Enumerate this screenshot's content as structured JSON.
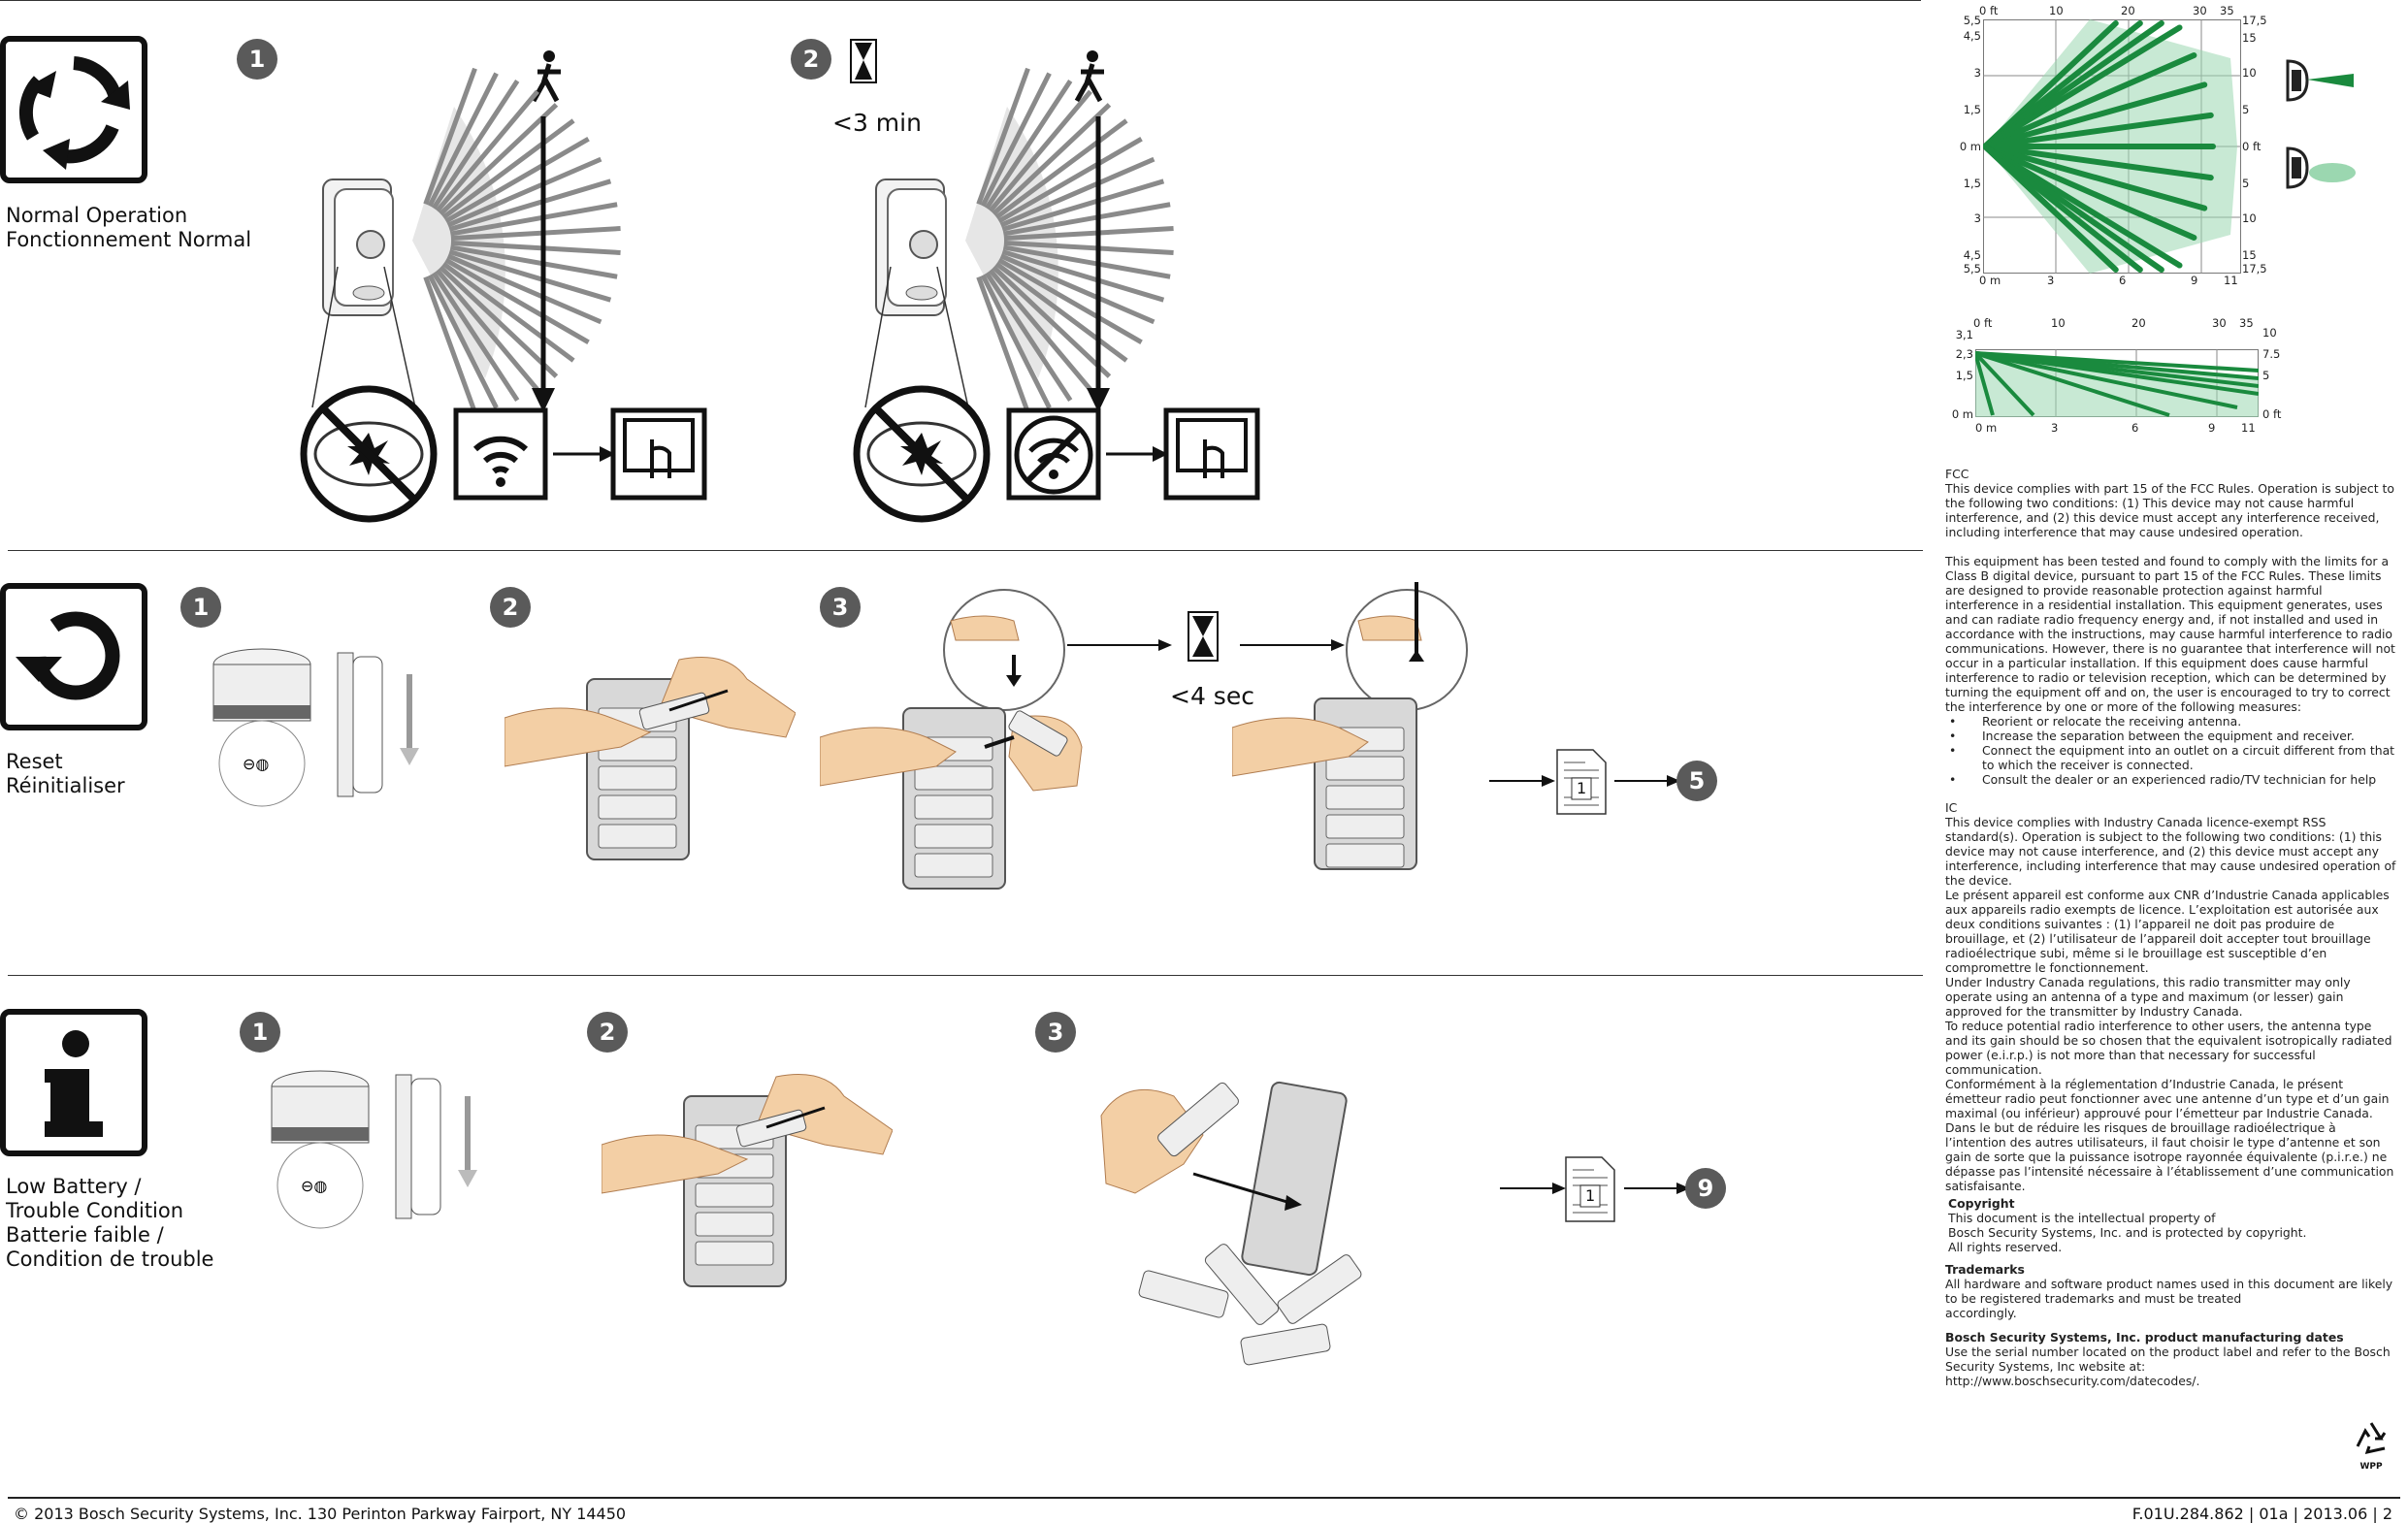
{
  "sections": {
    "normal": {
      "label_line1": "Normal Operation",
      "label_line2": "Fonctionnement Normal",
      "step1": "1",
      "step2": "2",
      "timer": "<3 min"
    },
    "reset": {
      "label_line1": "Reset",
      "label_line2": "Réinitialiser",
      "step1": "1",
      "step2": "2",
      "step3": "3",
      "timer": "<4 sec",
      "doc_number": "1",
      "ref_step": "5"
    },
    "low_battery": {
      "label_line1": "Low Battery /",
      "label_line2": "Trouble Condition",
      "label_line3": "Batterie faible /",
      "label_line4": "Condition de trouble",
      "step1": "1",
      "step2": "2",
      "step3": "3",
      "doc_number": "1",
      "ref_step": "9"
    }
  },
  "coverage_top": {
    "ft_ticks": [
      "0 ft",
      "10",
      "20",
      "30",
      "35"
    ],
    "left_m": [
      "5,5",
      "4,5",
      "3",
      "1,5",
      "0 m",
      "1,5",
      "3",
      "4,5",
      "5,5"
    ],
    "right_ft": [
      "17,5",
      "15",
      "10",
      "5",
      "0 ft",
      "5",
      "10",
      "15",
      "17,5"
    ],
    "bottom_m": [
      "0 m",
      "3",
      "6",
      "9",
      "11"
    ]
  },
  "coverage_side": {
    "ft_ticks": [
      "0 ft",
      "10",
      "20",
      "30",
      "35"
    ],
    "left_m": [
      "3,1",
      "2,3",
      "1,5",
      "0 m"
    ],
    "right_ft": [
      "10",
      "7.5",
      "5",
      "0 ft"
    ],
    "bottom_m": [
      "0 m",
      "3",
      "6",
      "9",
      "11"
    ]
  },
  "regulatory": {
    "fcc_title": "FCC",
    "fcc_p1": "This device complies with part 15 of the FCC Rules. Operation is subject to the following two conditions:  (1) This device may not cause harmful interference, and (2) this device must accept any interference received, including interference that may cause undesired operation.",
    "fcc_p2": "This equipment has been tested and found to comply with the limits for a Class B digital device, pursuant to part 15 of the FCC Rules. These limits are designed to provide reasonable protection against harmful interference in a residential installation. This equipment generates, uses and can radiate radio frequency energy and, if not installed and used in accordance with the instructions, may cause harmful interference to radio communications. However, there is no guarantee that interference will not occur in a particular installation. If this equipment does cause harmful interference to radio or television reception, which can be determined by turning the equipment off and on, the user is encouraged to try to correct the interference by one or more of the following measures:",
    "fcc_bullets": [
      "Reorient or relocate the receiving antenna.",
      "Increase the separation between the equipment and receiver.",
      "Connect the equipment into an outlet on a circuit different from that to which the receiver is connected.",
      "Consult the dealer or an experienced radio/TV technician for help"
    ],
    "ic_title": "IC",
    "ic_p1": "This device complies with Industry Canada licence-exempt RSS standard(s). Operation is subject to the following two conditions: (1) this device may not cause interference, and (2) this device must accept any interference, including interference that may cause undesired operation of the device.",
    "ic_p2": "Le présent appareil est conforme aux CNR d’Industrie Canada applicables aux appareils radio exempts de licence. L’exploitation est autorisée aux deux conditions suivantes : (1) l’appareil ne doit pas produire de brouillage, et (2) l’utilisateur de l’appareil doit accepter tout brouillage radioélectrique subi, même si le brouillage est susceptible d’en compromettre le fonctionnement.",
    "ic_p3a": "Under Industry Canada regulations, this radio transmitter may only operate using an antenna of a type and maximum (or lesser) gain approved for the transmitter by Industry Canada.",
    "ic_p3b": "To reduce potential radio interference to other users, the antenna type and its gain should be so chosen that the equivalent isotropically radiated power (e.i.r.p.) is not more than that necessary for successful communication.",
    "ic_p4a": "Conformément à la réglementation d’Industrie Canada, le présent émetteur radio peut fonctionner avec une antenne d’un type et d’un gain maximal (ou inférieur) approuvé pour l’émetteur par Industrie Canada.",
    "ic_p4b": "Dans le but de réduire les risques de brouillage radioélectrique à l’intention des autres utilisateurs, il faut choisir le type d’antenne et son gain de sorte que la puissance isotrope rayonnée équivalente (p.i.r.e.) ne dépasse pas l’intensité nécessaire à l’établissement d’une communication satisfaisante.",
    "copyright_title": "Copyright",
    "copyright_l1": "This document is the intellectual property of",
    "copyright_l2": "Bosch Security Systems, Inc. and is protected by copyright.",
    "copyright_l3": "All rights reserved.",
    "trademarks_title": "Trademarks",
    "trademarks_l1": "All hardware and software product names used in this document are likely to be registered trademarks and must be treated",
    "trademarks_l2": "accordingly.",
    "dates_title": "Bosch Security Systems, Inc. product manufacturing dates",
    "dates_l1": "Use the serial number located on the product label and refer to the Bosch Security Systems, Inc website at:",
    "dates_l2": "http://www.boschsecurity.com/datecodes/."
  },
  "weee_label": "WPP",
  "footer": {
    "left": "© 2013 Bosch Security Systems, Inc. 130 Perinton Parkway Fairport, NY 14450",
    "right": "F.01U.284.862 | 01a | 2013.06 | 2"
  }
}
